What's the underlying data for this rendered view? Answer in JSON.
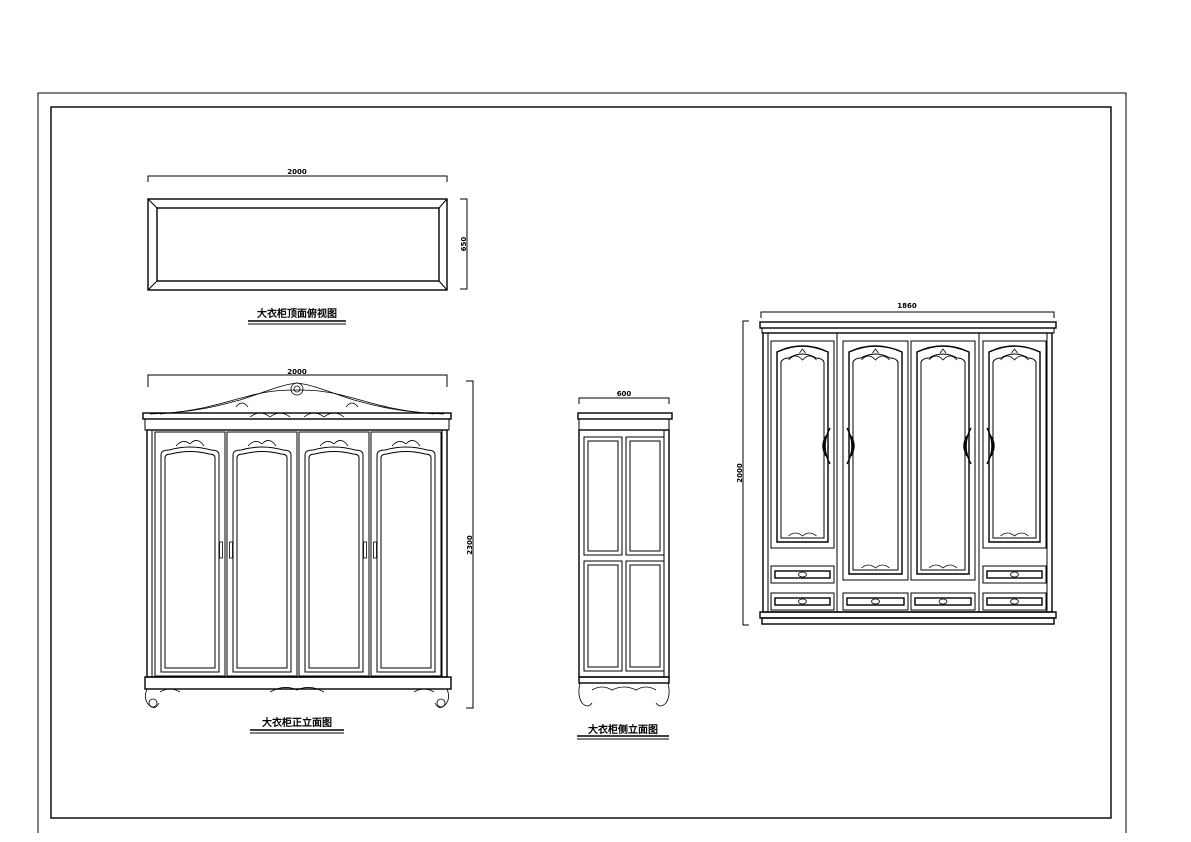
{
  "drawing": {
    "top_view": {
      "title": "大衣柜顶面俯视图",
      "width_dim": "2000",
      "depth_dim": "650"
    },
    "front_view": {
      "title": "大衣柜正立面图",
      "width_dim": "2000",
      "height_dim": "2300"
    },
    "side_view": {
      "title": "大衣柜侧立面图",
      "width_dim": "600"
    },
    "alt_front_view": {
      "width_dim": "1860",
      "height_dim": "2000"
    }
  }
}
